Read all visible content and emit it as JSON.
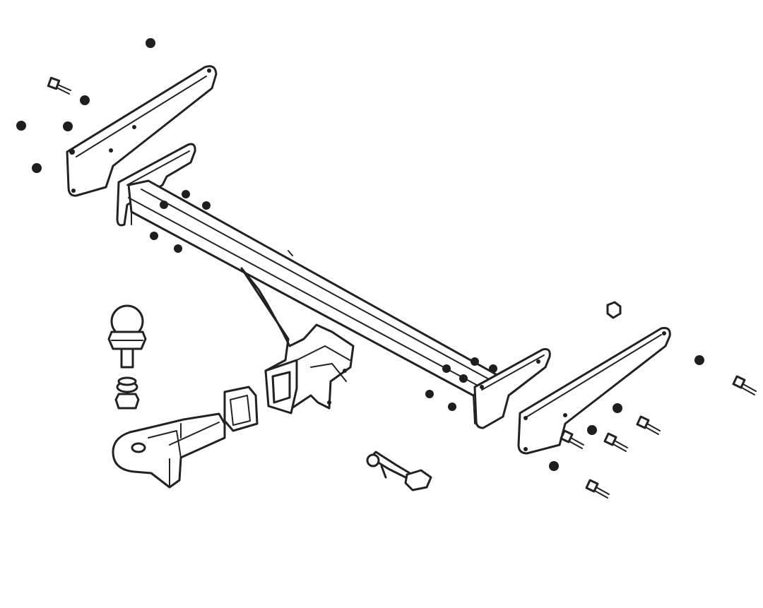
{
  "diagram": {
    "kind": "exploded-assembly-line-drawing",
    "components": [
      "left-mounting-bracket-outer",
      "left-mounting-bracket-inner",
      "cross-beam",
      "receiver-hitch",
      "tow-ball",
      "ball-mount-drawbar",
      "receiver-cover-plate",
      "hitch-pin-with-clip",
      "right-mounting-bracket-inner",
      "right-mounting-bracket-outer",
      "fastener-nuts",
      "fastener-bolts"
    ],
    "colors": {
      "line": "#222222",
      "background": "#ffffff"
    }
  }
}
